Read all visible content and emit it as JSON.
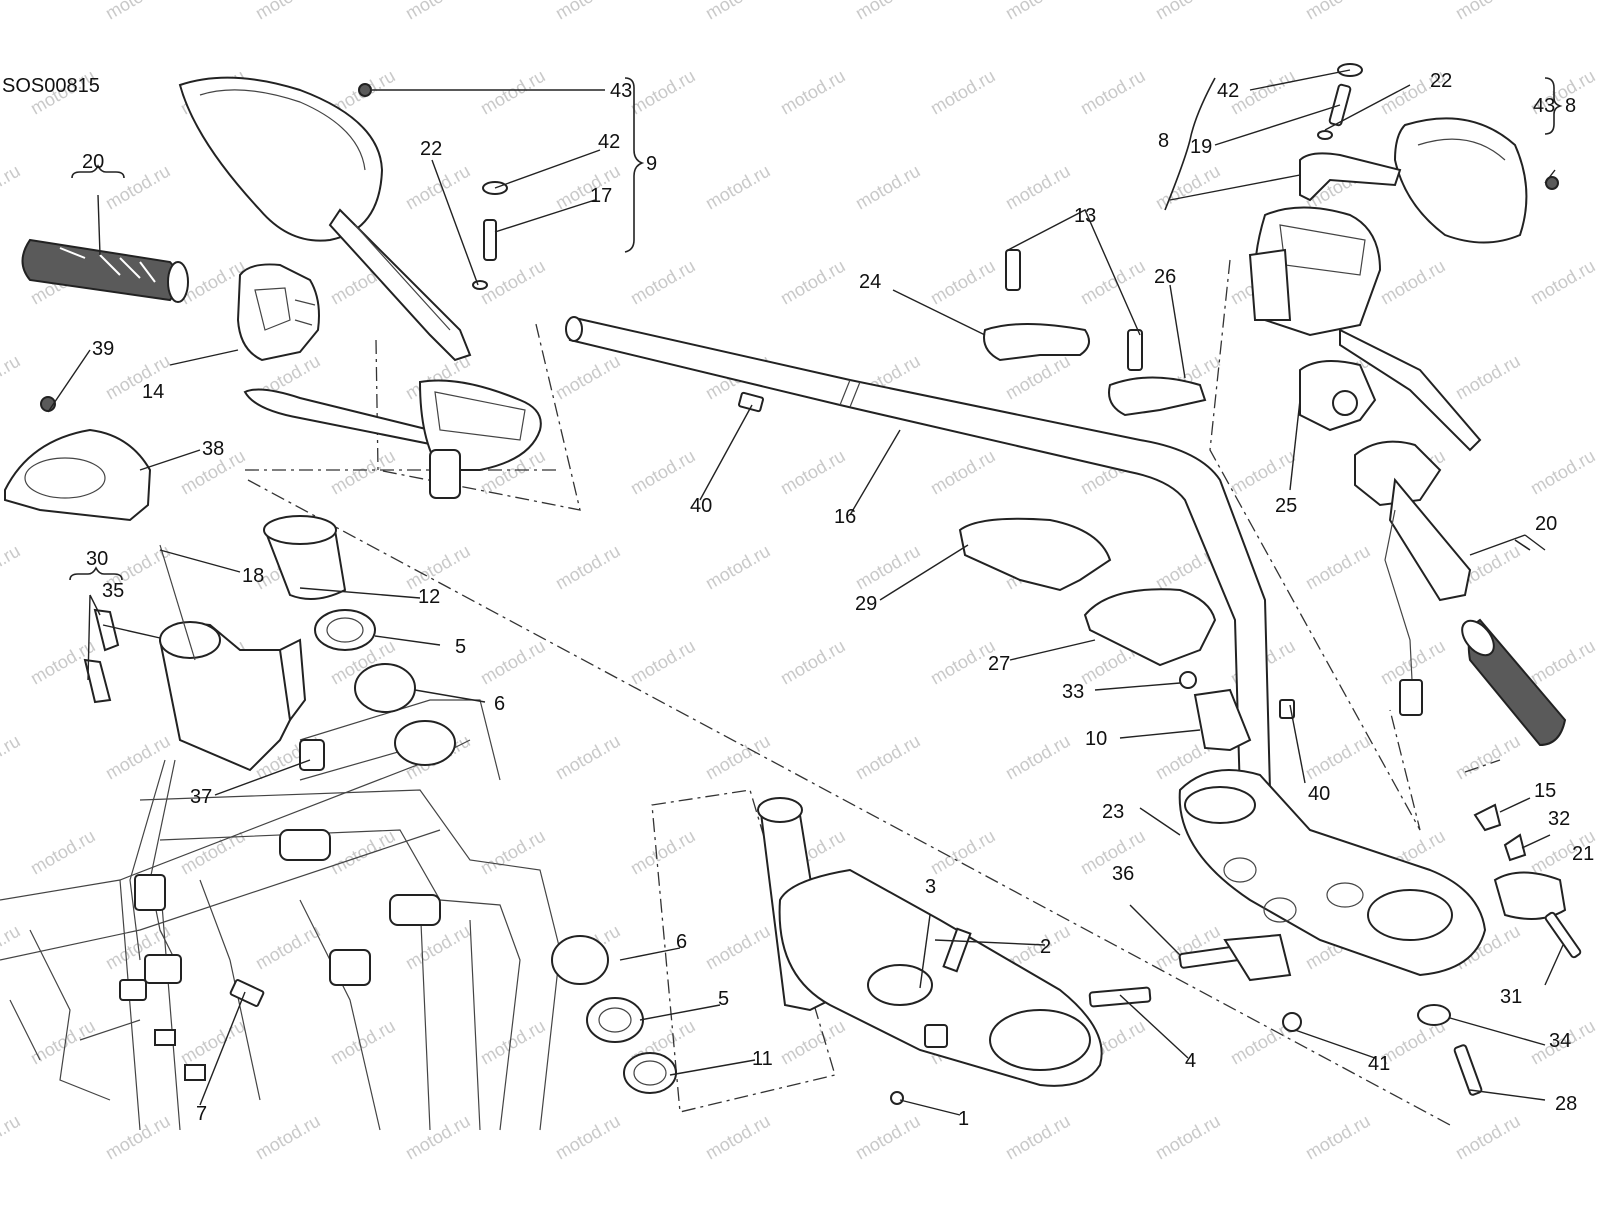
{
  "diagram": {
    "code": "SOS00815",
    "watermark": "motod.ru",
    "labels": {
      "p1": "1",
      "p2": "2",
      "p3": "3",
      "p4": "4",
      "p5a": "5",
      "p5b": "5",
      "p6a": "6",
      "p6b": "6",
      "p7": "7",
      "p8a": "8",
      "p8b": "8",
      "p9": "9",
      "p10": "10",
      "p11": "11",
      "p12": "12",
      "p13": "13",
      "p14": "14",
      "p15": "15",
      "p16": "16",
      "p17": "17",
      "p18": "18",
      "p19": "19",
      "p20a": "20",
      "p20b": "20",
      "p21": "21",
      "p22a": "22",
      "p22b": "22",
      "p23": "23",
      "p24": "24",
      "p25": "25",
      "p26": "26",
      "p27": "27",
      "p28": "28",
      "p29": "29",
      "p30": "30",
      "p31": "31",
      "p32": "32",
      "p33": "33",
      "p34": "34",
      "p35": "35",
      "p36": "36",
      "p37": "37",
      "p38": "38",
      "p39": "39",
      "p40a": "40",
      "p40b": "40",
      "p41": "41",
      "p42a": "42",
      "p42b": "42",
      "p43a": "43",
      "p43b": "43"
    }
  }
}
